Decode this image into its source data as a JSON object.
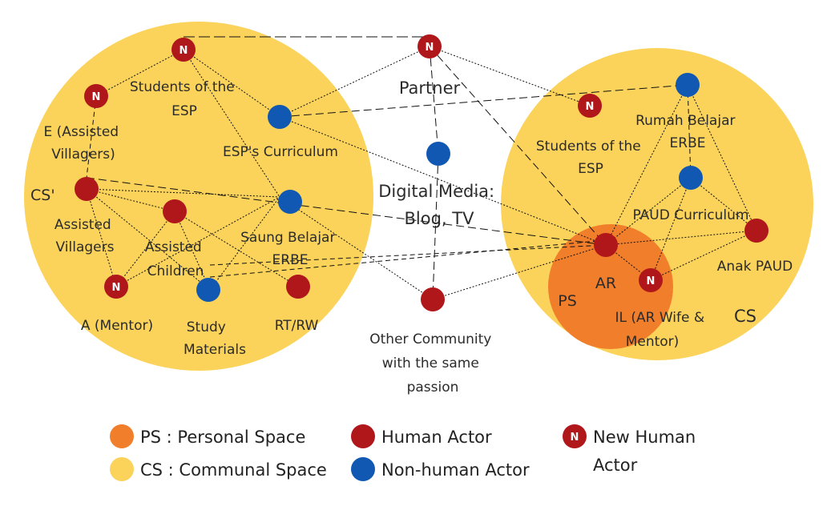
{
  "colors": {
    "personal_space": "#F07E2A",
    "communal_space": "#FBD35A",
    "human_actor": "#B0171B",
    "non_human_actor": "#1158B3",
    "new_human_actor": "#B0171B"
  },
  "zones": {
    "left_tag": "CS'",
    "right_tag": "CS",
    "personal_tag": "PS"
  },
  "labels": {
    "students_left": [
      "Students of the",
      "ESP"
    ],
    "e_assisted": [
      "E (Assisted",
      "Villagers)"
    ],
    "esp_curriculum": "ESP's Curriculum",
    "assisted_villagers": [
      "Assisted",
      "Villagers"
    ],
    "assisted_children": [
      "Assisted",
      "Children"
    ],
    "saung_belajar": [
      "Saung Belajar",
      "ERBE"
    ],
    "a_mentor": "A (Mentor)",
    "study_materials": [
      "Study",
      "Materials"
    ],
    "rt_rw": "RT/RW",
    "partner": "Partner",
    "digital_media": [
      "Digital Media:",
      "Blog, TV"
    ],
    "other_community": [
      "Other Community",
      "with the same",
      "passion"
    ],
    "students_right": [
      "Students of the",
      "ESP"
    ],
    "rumah_belajar": [
      "Rumah Belajar",
      "ERBE"
    ],
    "paud_curriculum": "PAUD Curriculum",
    "anak_paud": "Anak PAUD",
    "ar": "AR",
    "il": [
      "IL (AR Wife &",
      "Mentor)"
    ],
    "new_marker": "N"
  },
  "legend": {
    "personal_space": "PS : Personal Space",
    "communal_space": "CS : Communal Space",
    "human_actor": "Human Actor",
    "non_human_actor": "Non-human Actor",
    "new_human_actor": [
      "New Human",
      "Actor"
    ]
  }
}
